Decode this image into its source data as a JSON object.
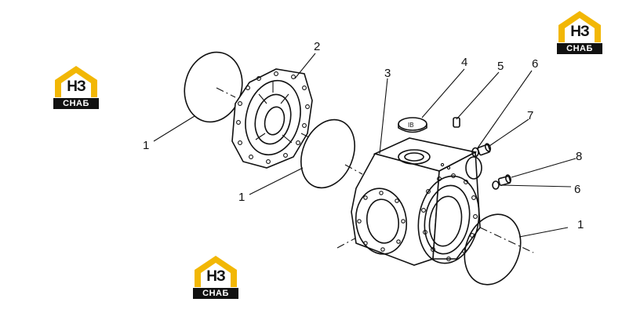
{
  "callouts": {
    "c1a": "1",
    "c1b": "1",
    "c1c": "1",
    "c2": "2",
    "c3": "3",
    "c4": "4",
    "c5": "5",
    "c6a": "6",
    "c6b": "6",
    "c7": "7",
    "c8": "8"
  },
  "logo": {
    "top": "НЗ",
    "bottom": "СНАБ"
  },
  "colors": {
    "logo_accent": "#f2b705",
    "line": "#111111"
  }
}
